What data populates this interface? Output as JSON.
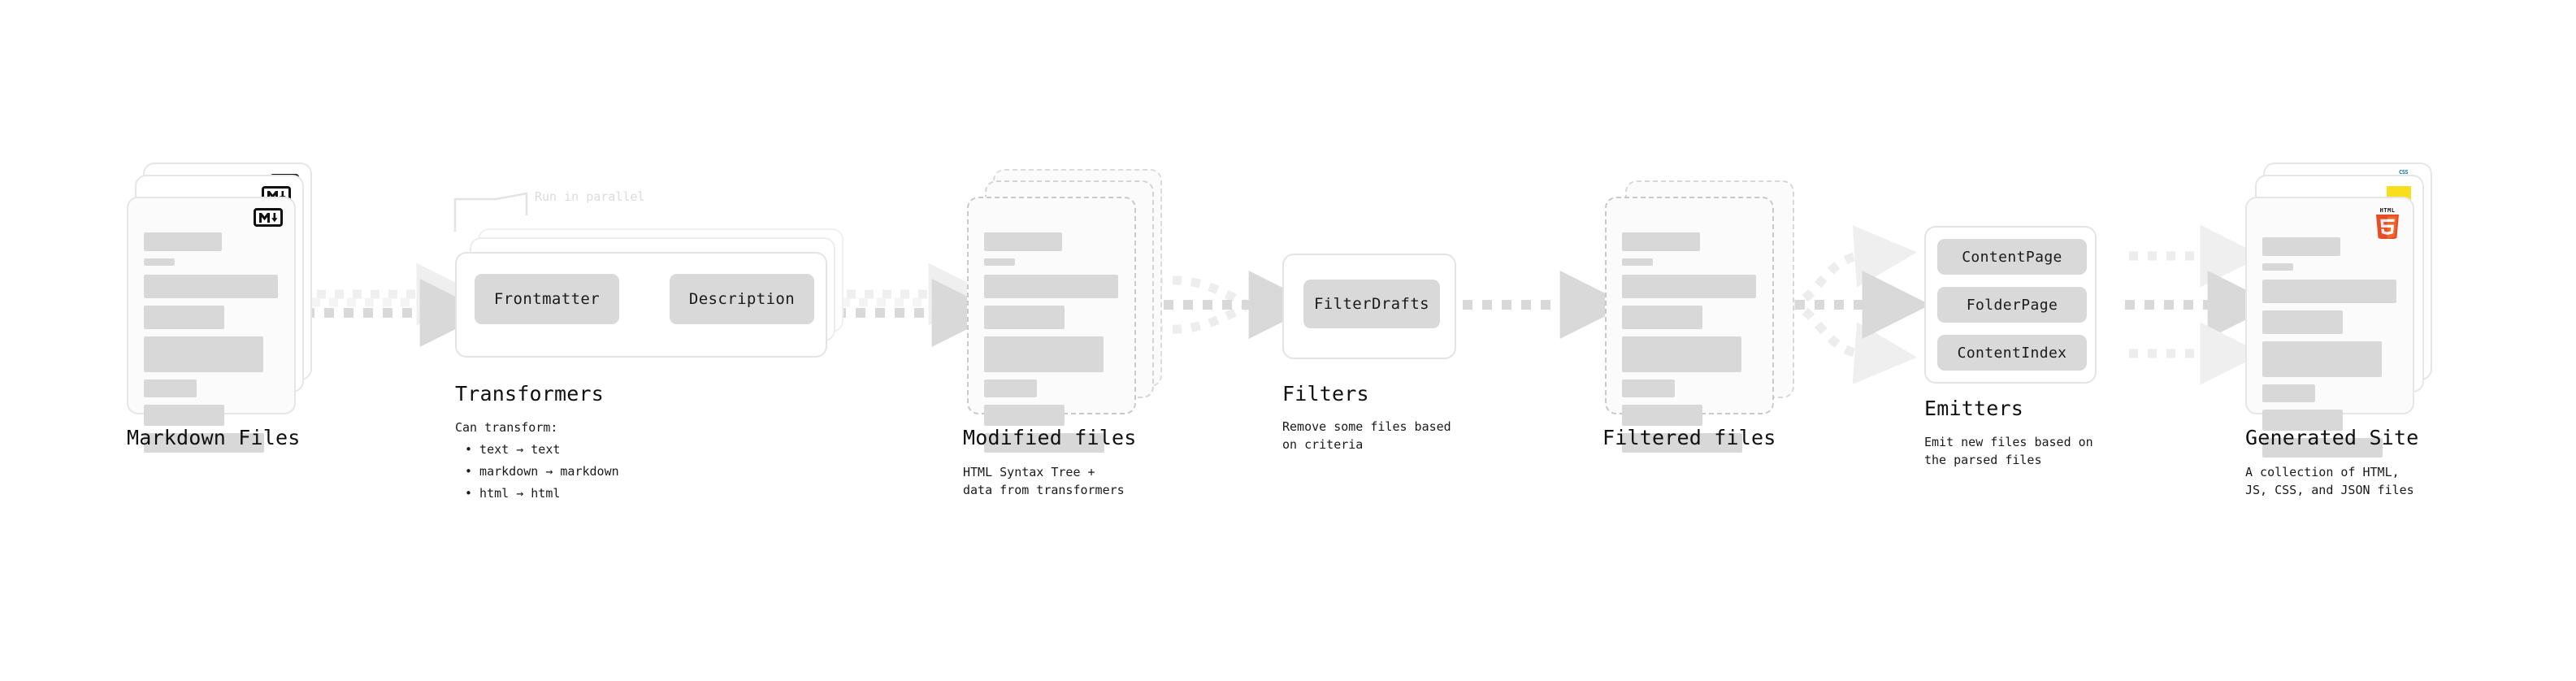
{
  "diagram": {
    "type": "pipeline-flow",
    "background": "#ffffff",
    "accent_colors": {
      "placeholder_bar": "#d8d8d8",
      "card_border": "#e6e6e6",
      "dashed_border": "#c9c9c9",
      "pill_fill": "#d9d9d9",
      "arrow": "#d9d9d9",
      "ghost_text": "#dcdcdc",
      "html5": "#e44d26",
      "html5_dark": "#f16529",
      "js_yellow": "#f7df1e",
      "css_blue": "#1572b6"
    }
  },
  "stages": [
    {
      "id": "markdown-files",
      "title": "Markdown Files",
      "subtitle": "",
      "badge": "markdown-icon",
      "card_style": "solid-stacked"
    },
    {
      "id": "transformers",
      "title": "Transformers",
      "subtitle": "Can transform:",
      "bullets": [
        "• text → text",
        "• markdown → markdown",
        "• html → html"
      ],
      "annotation": "Run in parallel",
      "pills": [
        "Frontmatter",
        "Description"
      ],
      "card_style": "process-stacked"
    },
    {
      "id": "modified-files",
      "title": "Modified files",
      "subtitle": "HTML Syntax Tree +\ndata from transformers",
      "card_style": "dashed-stacked"
    },
    {
      "id": "filters",
      "title": "Filters",
      "subtitle": "Remove some files based\non criteria",
      "pills": [
        "FilterDrafts"
      ],
      "card_style": "process"
    },
    {
      "id": "filtered-files",
      "title": "Filtered files",
      "subtitle": "",
      "card_style": "dashed-stacked"
    },
    {
      "id": "emitters",
      "title": "Emitters",
      "subtitle": "Emit new files based on\nthe parsed files",
      "pills": [
        "ContentPage",
        "FolderPage",
        "ContentIndex"
      ],
      "card_style": "process"
    },
    {
      "id": "generated-site",
      "title": "Generated Site",
      "subtitle": "A collection of HTML,\nJS, CSS, and JSON files",
      "badges": [
        "html5-icon",
        "js-icon",
        "css-icon"
      ],
      "card_style": "solid-stacked"
    }
  ],
  "connectors": [
    {
      "id": "md-to-transformers",
      "style": "dashed-arrow-stacked"
    },
    {
      "id": "transformers-to-modified",
      "style": "dashed-arrow-stacked"
    },
    {
      "id": "modified-to-filters",
      "style": "dashed-arrow-merge"
    },
    {
      "id": "filters-to-filtered",
      "style": "dashed-arrow"
    },
    {
      "id": "filtered-to-emitters",
      "style": "dashed-arrow-fanout"
    },
    {
      "id": "emitters-to-site",
      "style": "dashed-arrow-fanout"
    }
  ],
  "doc_lines": [
    {
      "w": 96,
      "h": 23
    },
    {
      "w": 38,
      "h": 9
    },
    {
      "w": 165,
      "h": 29
    },
    {
      "w": 99,
      "h": 29
    },
    {
      "w": 147,
      "h": 44
    },
    {
      "w": 65,
      "h": 22
    },
    {
      "w": 99,
      "h": 26
    },
    {
      "w": 148,
      "h": 24
    }
  ]
}
